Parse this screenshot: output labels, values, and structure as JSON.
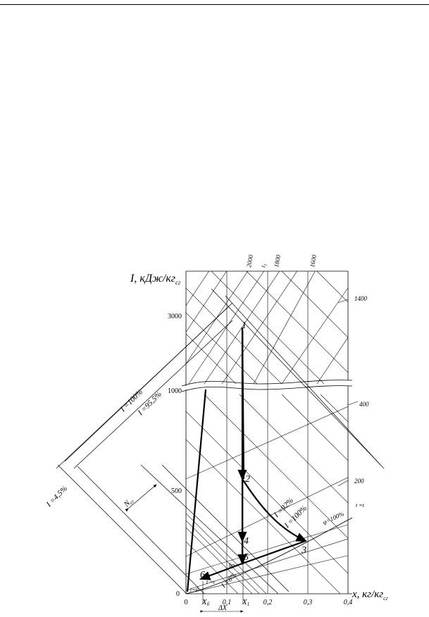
{
  "y_axis_label": "I, кДж/кг",
  "y_axis_unit_sub": "сг",
  "x_axis_label": "x, кг/кг",
  "x_axis_unit_sub": "сг",
  "y_ticks": [
    "0",
    "500",
    "1000",
    "3000"
  ],
  "x_ticks": [
    "0",
    "0,1",
    "0,2",
    "0,3",
    "0,4"
  ],
  "x_markers": [
    "X",
    "X"
  ],
  "x_marker_subs": [
    "б",
    "1"
  ],
  "delta_x_label": "ΔX",
  "temperature_labels": [
    "2000",
    "1800",
    "1600",
    "1400",
    "400",
    "200"
  ],
  "t1_label": "t",
  "t1_sub": "1",
  "point_labels": [
    "1",
    "2",
    "3",
    "4",
    "5",
    "6"
  ],
  "phi_100_label": "φ=100%",
  "t_dew_label": "t =t",
  "t0_label": "t=0",
  "bp_label": "bp",
  "eta_labels": [
    "I =100%",
    "I =95,5%",
    "I =4,5%",
    "I =92%",
    "I =100%",
    "I =8%"
  ],
  "n_label": "N",
  "n_sub": "ег"
}
